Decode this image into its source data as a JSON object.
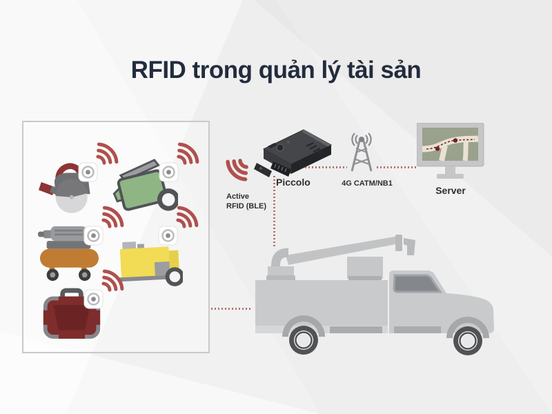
{
  "title": "RFID trong quản lý tài sản",
  "colors": {
    "accent_red": "#b0504d",
    "title_navy": "#232c3d",
    "device_dark": "#3a3b3f",
    "truck_gray": "#c9cacc",
    "map_green": "#9aa18d",
    "dotted_line_red": "#b4716e"
  },
  "asset_box": {
    "tag_icon": "rfid-tag-icon",
    "signal_icon": "wifi-signal-icon",
    "items": [
      {
        "icon": "circular-saw-icon"
      },
      {
        "icon": "generator-cart-icon"
      },
      {
        "icon": "air-compressor-icon"
      },
      {
        "icon": "pressure-washer-icon"
      },
      {
        "icon": "toolbox-icon"
      }
    ]
  },
  "diagram": {
    "piccolo_label": "Piccolo",
    "rfid_label_line1": "Active",
    "rfid_label_line2": "RFID (BLE)",
    "network_label": "4G CATM/NB1",
    "server_label": "Server",
    "gateway_icon": "piccolo-device-icon",
    "tower_icon": "cell-tower-icon",
    "server_icon": "map-monitor-icon",
    "truck_icon": "utility-truck-icon"
  }
}
